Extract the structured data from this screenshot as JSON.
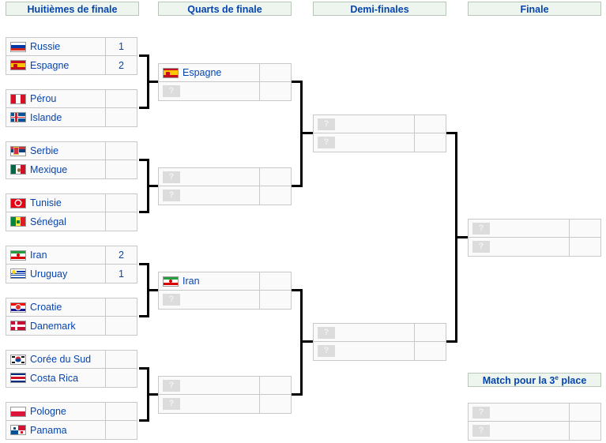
{
  "headers": [
    {
      "label": "Huitièmes de finale"
    },
    {
      "label": "Quarts de finale"
    },
    {
      "label": "Demi-finales"
    },
    {
      "label": "Finale"
    },
    {
      "label": "Match pour la 3",
      "sup": "e",
      "label2": " place"
    }
  ],
  "placeholder": "?",
  "colors": {
    "header_bg": "#eef5ee",
    "header_border": "#b8c6b8",
    "link_text": "#0645ad",
    "box_border": "#c8c8c8",
    "box_bg": "#fafafa",
    "connector": "#000000",
    "unknown_bg": "#dcdcdc"
  },
  "rounds": {
    "round_of_16": {
      "name": "Huitièmes de finale",
      "matches": [
        {
          "id": "r16-m1",
          "teams": [
            {
              "name": "Russie",
              "flag": "ru",
              "score": "1"
            },
            {
              "name": "Espagne",
              "flag": "es",
              "score": "2"
            }
          ]
        },
        {
          "id": "r16-m2",
          "teams": [
            {
              "name": "Pérou",
              "flag": "pe",
              "score": ""
            },
            {
              "name": "Islande",
              "flag": "is",
              "score": ""
            }
          ]
        },
        {
          "id": "r16-m3",
          "teams": [
            {
              "name": "Serbie",
              "flag": "rs",
              "score": ""
            },
            {
              "name": "Mexique",
              "flag": "mx",
              "score": ""
            }
          ]
        },
        {
          "id": "r16-m4",
          "teams": [
            {
              "name": "Tunisie",
              "flag": "tn",
              "score": ""
            },
            {
              "name": "Sénégal",
              "flag": "sn",
              "score": ""
            }
          ]
        },
        {
          "id": "r16-m5",
          "teams": [
            {
              "name": "Iran",
              "flag": "ir",
              "score": "2"
            },
            {
              "name": "Uruguay",
              "flag": "uy",
              "score": "1"
            }
          ]
        },
        {
          "id": "r16-m6",
          "teams": [
            {
              "name": "Croatie",
              "flag": "hr",
              "score": ""
            },
            {
              "name": "Danemark",
              "flag": "dk",
              "score": ""
            }
          ]
        },
        {
          "id": "r16-m7",
          "teams": [
            {
              "name": "Corée du Sud",
              "flag": "kr",
              "score": ""
            },
            {
              "name": "Costa Rica",
              "flag": "cr",
              "score": ""
            }
          ]
        },
        {
          "id": "r16-m8",
          "teams": [
            {
              "name": "Pologne",
              "flag": "pl",
              "score": ""
            },
            {
              "name": "Panama",
              "flag": "pa",
              "score": ""
            }
          ]
        }
      ]
    },
    "quarter_finals": {
      "name": "Quarts de finale",
      "matches": [
        {
          "id": "qf-m1",
          "teams": [
            {
              "name": "Espagne",
              "flag": "es",
              "score": ""
            },
            {
              "name": "",
              "flag": "",
              "score": "",
              "unknown": true
            }
          ]
        },
        {
          "id": "qf-m2",
          "teams": [
            {
              "name": "",
              "flag": "",
              "score": "",
              "unknown": true
            },
            {
              "name": "",
              "flag": "",
              "score": "",
              "unknown": true
            }
          ]
        },
        {
          "id": "qf-m3",
          "teams": [
            {
              "name": "Iran",
              "flag": "ir",
              "score": ""
            },
            {
              "name": "",
              "flag": "",
              "score": "",
              "unknown": true
            }
          ]
        },
        {
          "id": "qf-m4",
          "teams": [
            {
              "name": "",
              "flag": "",
              "score": "",
              "unknown": true
            },
            {
              "name": "",
              "flag": "",
              "score": "",
              "unknown": true
            }
          ]
        }
      ]
    },
    "semi_finals": {
      "name": "Demi-finales",
      "matches": [
        {
          "id": "sf-m1",
          "teams": [
            {
              "name": "",
              "flag": "",
              "score": "",
              "unknown": true
            },
            {
              "name": "",
              "flag": "",
              "score": "",
              "unknown": true
            }
          ]
        },
        {
          "id": "sf-m2",
          "teams": [
            {
              "name": "",
              "flag": "",
              "score": "",
              "unknown": true
            },
            {
              "name": "",
              "flag": "",
              "score": "",
              "unknown": true
            }
          ]
        }
      ]
    },
    "final": {
      "name": "Finale",
      "matches": [
        {
          "id": "final-m1",
          "teams": [
            {
              "name": "",
              "flag": "",
              "score": "",
              "unknown": true
            },
            {
              "name": "",
              "flag": "",
              "score": "",
              "unknown": true
            }
          ]
        }
      ]
    },
    "third_place": {
      "name": "Match pour la 3e place",
      "matches": [
        {
          "id": "third-m1",
          "teams": [
            {
              "name": "",
              "flag": "",
              "score": "",
              "unknown": true
            },
            {
              "name": "",
              "flag": "",
              "score": "",
              "unknown": true
            }
          ]
        }
      ]
    }
  }
}
